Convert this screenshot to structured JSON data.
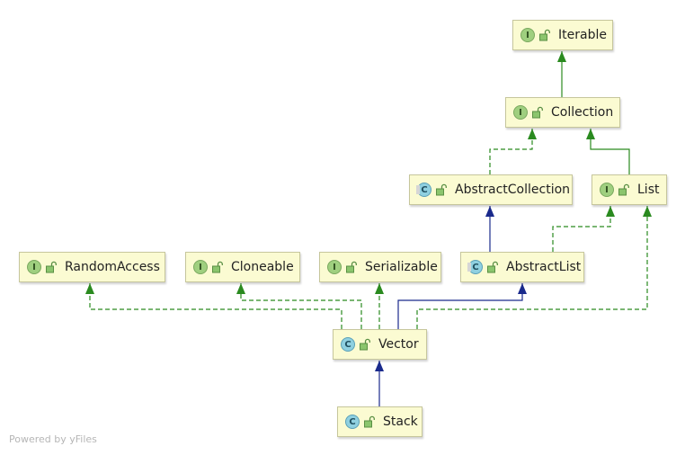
{
  "diagram": {
    "nodes": [
      {
        "id": "iterable",
        "label": "Iterable",
        "kind": "interface",
        "kind_letter": "I"
      },
      {
        "id": "collection",
        "label": "Collection",
        "kind": "interface",
        "kind_letter": "I"
      },
      {
        "id": "abstractcollection",
        "label": "AbstractCollection",
        "kind": "abstract",
        "kind_letter": "C"
      },
      {
        "id": "list",
        "label": "List",
        "kind": "interface",
        "kind_letter": "I"
      },
      {
        "id": "randomaccess",
        "label": "RandomAccess",
        "kind": "interface",
        "kind_letter": "I"
      },
      {
        "id": "cloneable",
        "label": "Cloneable",
        "kind": "interface",
        "kind_letter": "I"
      },
      {
        "id": "serializable",
        "label": "Serializable",
        "kind": "interface",
        "kind_letter": "I"
      },
      {
        "id": "abstractlist",
        "label": "AbstractList",
        "kind": "abstract",
        "kind_letter": "C"
      },
      {
        "id": "vector",
        "label": "Vector",
        "kind": "class",
        "kind_letter": "C"
      },
      {
        "id": "stack",
        "label": "Stack",
        "kind": "class",
        "kind_letter": "C"
      }
    ],
    "edges": [
      {
        "from": "collection",
        "to": "iterable",
        "type": "extends"
      },
      {
        "from": "abstractcollection",
        "to": "collection",
        "type": "implements"
      },
      {
        "from": "list",
        "to": "collection",
        "type": "extends"
      },
      {
        "from": "abstractlist",
        "to": "abstractcollection",
        "type": "inherits"
      },
      {
        "from": "abstractlist",
        "to": "list",
        "type": "implements"
      },
      {
        "from": "vector",
        "to": "randomaccess",
        "type": "implements"
      },
      {
        "from": "vector",
        "to": "cloneable",
        "type": "implements"
      },
      {
        "from": "vector",
        "to": "serializable",
        "type": "implements"
      },
      {
        "from": "vector",
        "to": "abstractlist",
        "type": "inherits"
      },
      {
        "from": "vector",
        "to": "list",
        "type": "implements"
      },
      {
        "from": "stack",
        "to": "vector",
        "type": "inherits"
      }
    ],
    "colors": {
      "implements": "#2a8a1f",
      "extends": "#2a8a1f",
      "inherits": "#1a2a8c",
      "node_fill": "#fbfbd2",
      "node_border": "#c6c69c"
    }
  },
  "watermark": "Powered by yFiles"
}
